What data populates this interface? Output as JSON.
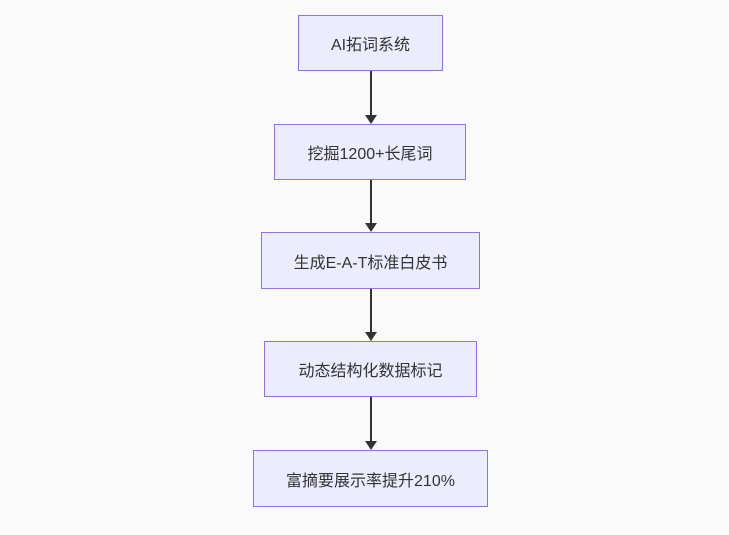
{
  "diagram": {
    "type": "flowchart",
    "direction": "top-down",
    "nodes": [
      {
        "id": "step-1",
        "label": "AI拓词系统"
      },
      {
        "id": "step-2",
        "label": "挖掘1200+长尾词"
      },
      {
        "id": "step-3",
        "label": "生成E-A-T标准白皮书"
      },
      {
        "id": "step-4",
        "label": "动态结构化数据标记"
      },
      {
        "id": "step-5",
        "label": "富摘要展示率提升210%"
      }
    ],
    "edges": [
      {
        "from": "step-1",
        "to": "step-2",
        "style": "arrow-down"
      },
      {
        "from": "step-2",
        "to": "step-3",
        "style": "arrow-down"
      },
      {
        "from": "step-3",
        "to": "step-4",
        "style": "arrow-down"
      },
      {
        "from": "step-4",
        "to": "step-5",
        "style": "arrow-down"
      }
    ],
    "colors": {
      "background": "#fafafa",
      "node_fill": "#ECECFF",
      "node_border": "#9370DB",
      "arrow": "#333333",
      "text": "#333333"
    }
  }
}
